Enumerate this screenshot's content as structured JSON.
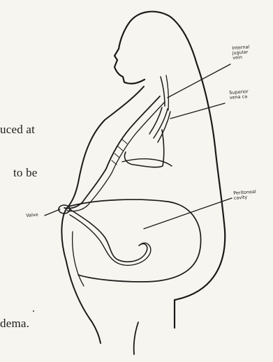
{
  "labels": {
    "internal_jugular_vein": [
      "Internal",
      "jugular",
      "vein"
    ],
    "superior_vena_cava": [
      "Superior",
      "vena ca"
    ],
    "peritoneal_cavity": [
      "Peritoneal",
      "cavity"
    ],
    "valve": "Valve"
  },
  "text_fragments": {
    "line1": "uced at",
    "line2": "to   be",
    "line3": "dema."
  }
}
